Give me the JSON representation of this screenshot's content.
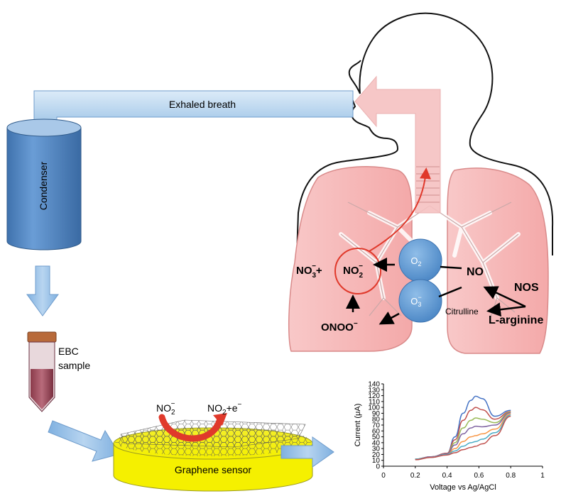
{
  "labels": {
    "exhaled_breath": "Exhaled breath",
    "condenser": "Condenser",
    "ebc_line1": "EBC",
    "ebc_line2": "sample",
    "graphene_sensor": "Graphene sensor",
    "sensor_in_base": "NO",
    "sensor_in_sub": "2",
    "sensor_in_sup": "−",
    "sensor_out_base": "NO",
    "sensor_out_sub": "2",
    "sensor_out_tail": "+e",
    "sensor_out_sup": "−"
  },
  "chemistry": {
    "no3_base": "NO",
    "no3_sub": "3",
    "no3_sup": "−",
    "plus": "+",
    "no2_base": "NO",
    "no2_sub": "2",
    "no2_sup": "−",
    "o2_base": "O",
    "o2_sub": "2",
    "o3_base": "O",
    "o3_sub": "3",
    "o3_sup": "−",
    "no": "NO",
    "nos": "NOS",
    "citrulline": "Citrulline",
    "l_arginine": "L-arginine",
    "onoo_base": "ONOO",
    "onoo_sup": "−"
  },
  "colors": {
    "arrow_blue": "#9cc3e6",
    "condenser_blue": "#5b8ec9",
    "lung_pink": "#f6b8b8",
    "circle_red": "#e0392b",
    "sensor_yellow": "#f5f000",
    "bubble_blue": "#5b9bd5"
  },
  "chart_data": {
    "type": "line",
    "xlabel": "Voltage vs Ag/AgCl",
    "ylabel": "Current (μA)",
    "xlim": [
      0,
      1
    ],
    "ylim": [
      0,
      140
    ],
    "xticks": [
      "0",
      "0.2",
      "0.4",
      "0.6",
      "0.8",
      "1"
    ],
    "yticks": [
      "0",
      "10",
      "20",
      "30",
      "40",
      "50",
      "60",
      "70",
      "80",
      "90",
      "100",
      "110",
      "120",
      "130",
      "140"
    ],
    "x": [
      0.2,
      0.3,
      0.4,
      0.45,
      0.5,
      0.55,
      0.58,
      0.62,
      0.7,
      0.8
    ],
    "series": [
      {
        "color": "#4472c4",
        "values": [
          12,
          16,
          22,
          50,
          90,
          112,
          119,
          115,
          85,
          95
        ]
      },
      {
        "color": "#c0504d",
        "values": [
          12,
          16,
          22,
          45,
          78,
          95,
          100,
          96,
          80,
          93
        ]
      },
      {
        "color": "#9bbb59",
        "values": [
          12,
          16,
          21,
          40,
          65,
          78,
          82,
          80,
          74,
          92
        ]
      },
      {
        "color": "#8064a2",
        "values": [
          12,
          16,
          21,
          36,
          55,
          65,
          68,
          67,
          70,
          91
        ]
      },
      {
        "color": "#f79646",
        "values": [
          12,
          15,
          20,
          30,
          42,
          50,
          52,
          55,
          63,
          89
        ]
      },
      {
        "color": "#4bacc6",
        "values": [
          12,
          15,
          20,
          26,
          34,
          40,
          42,
          46,
          57,
          87
        ]
      },
      {
        "color": "#c0504d",
        "values": [
          11,
          15,
          19,
          23,
          28,
          32,
          34,
          38,
          52,
          85
        ]
      }
    ]
  }
}
